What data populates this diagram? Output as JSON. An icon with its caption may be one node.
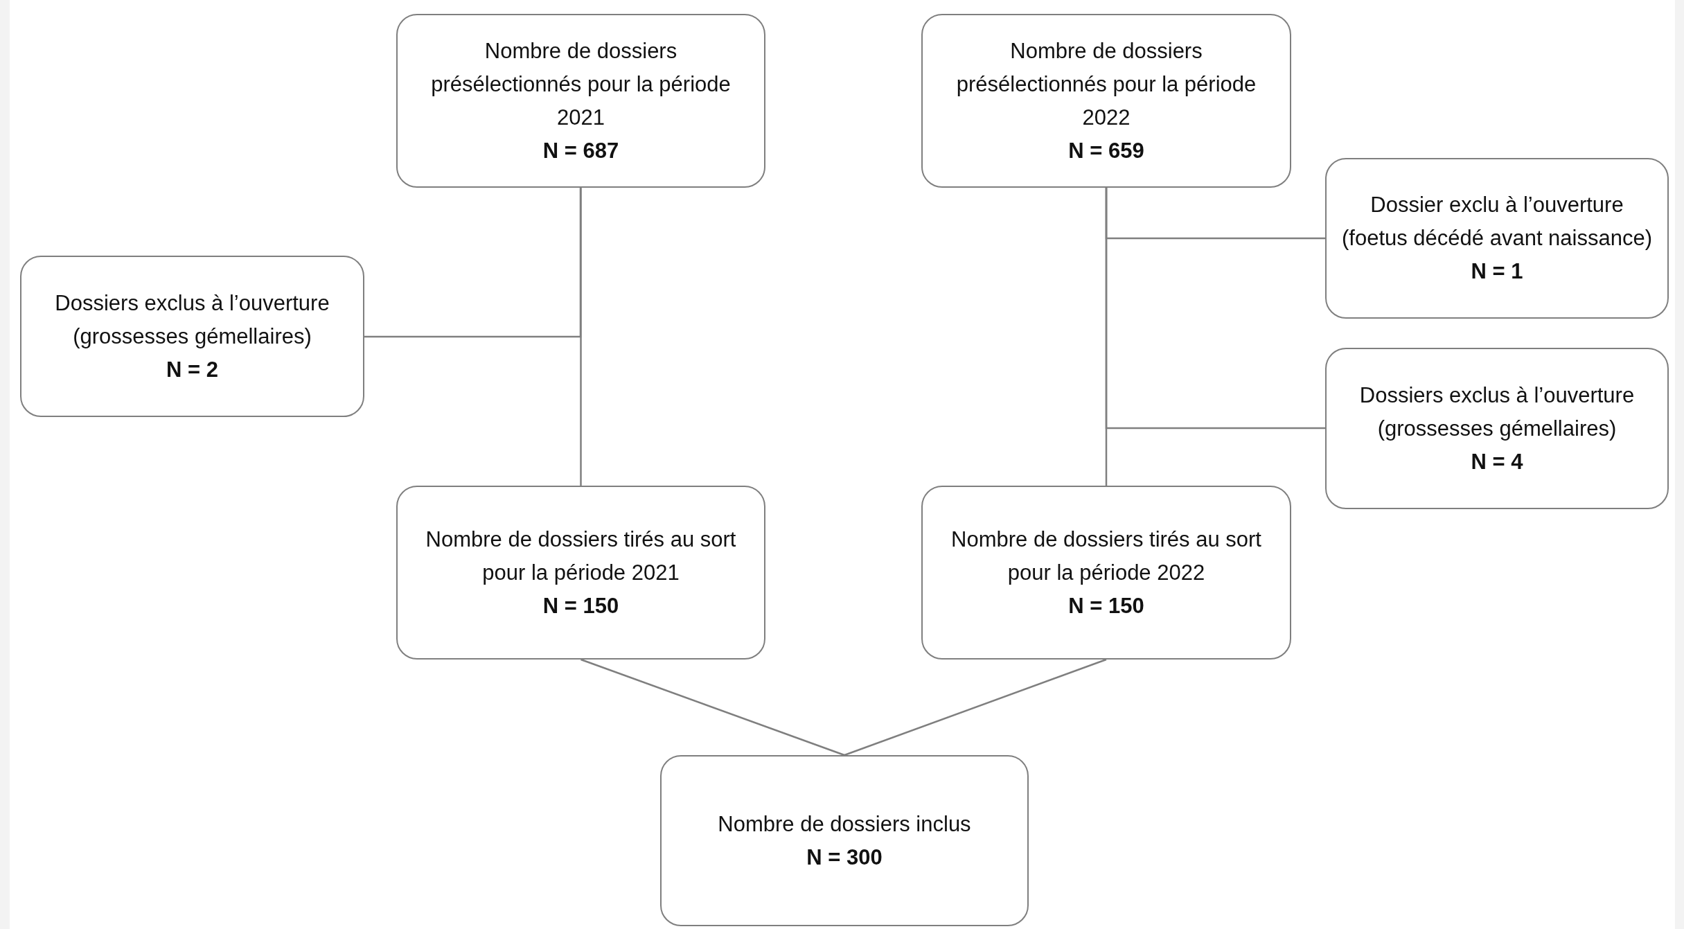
{
  "diagram": {
    "nodes": [
      {
        "text": [
          "Nombre de dossiers présélectionnés pour la période 2021",
          "N = 687"
        ]
      },
      {
        "text": [
          "Nombre de dossiers présélectionnés pour la période 2022",
          "N = 659"
        ]
      },
      {
        "text": [
          "Dossiers exclus à l’ouverture (grossesses gémellaires)",
          "N = 2"
        ]
      },
      {
        "text": [
          "Dossier exclu à l’ouverture (foetus décédé avant naissance)",
          "N = 1"
        ]
      },
      {
        "text": [
          "Dossiers exclus à l’ouverture (grossesses gémellaires)",
          "N = 4"
        ]
      },
      {
        "text": [
          "Nombre de dossiers tirés au sort pour la période 2021",
          "N = 150"
        ]
      },
      {
        "text": [
          "Nombre de dossiers tirés au sort pour la période 2022",
          "N = 150"
        ]
      },
      {
        "text": [
          "Nombre de dossiers inclus",
          "N = 300"
        ]
      }
    ],
    "edges": [
      {
        "from": 0,
        "to": 5,
        "arrow": "none"
      },
      {
        "from": 0,
        "to": 2,
        "arrow": "none"
      },
      {
        "from": 1,
        "to": 6,
        "arrow": "none"
      },
      {
        "from": 1,
        "to": 3,
        "arrow": "none"
      },
      {
        "from": 1,
        "to": 4,
        "arrow": "none"
      },
      {
        "from": 5,
        "to": 7,
        "arrow": "none"
      },
      {
        "from": 6,
        "to": 7,
        "arrow": "none"
      }
    ]
  }
}
